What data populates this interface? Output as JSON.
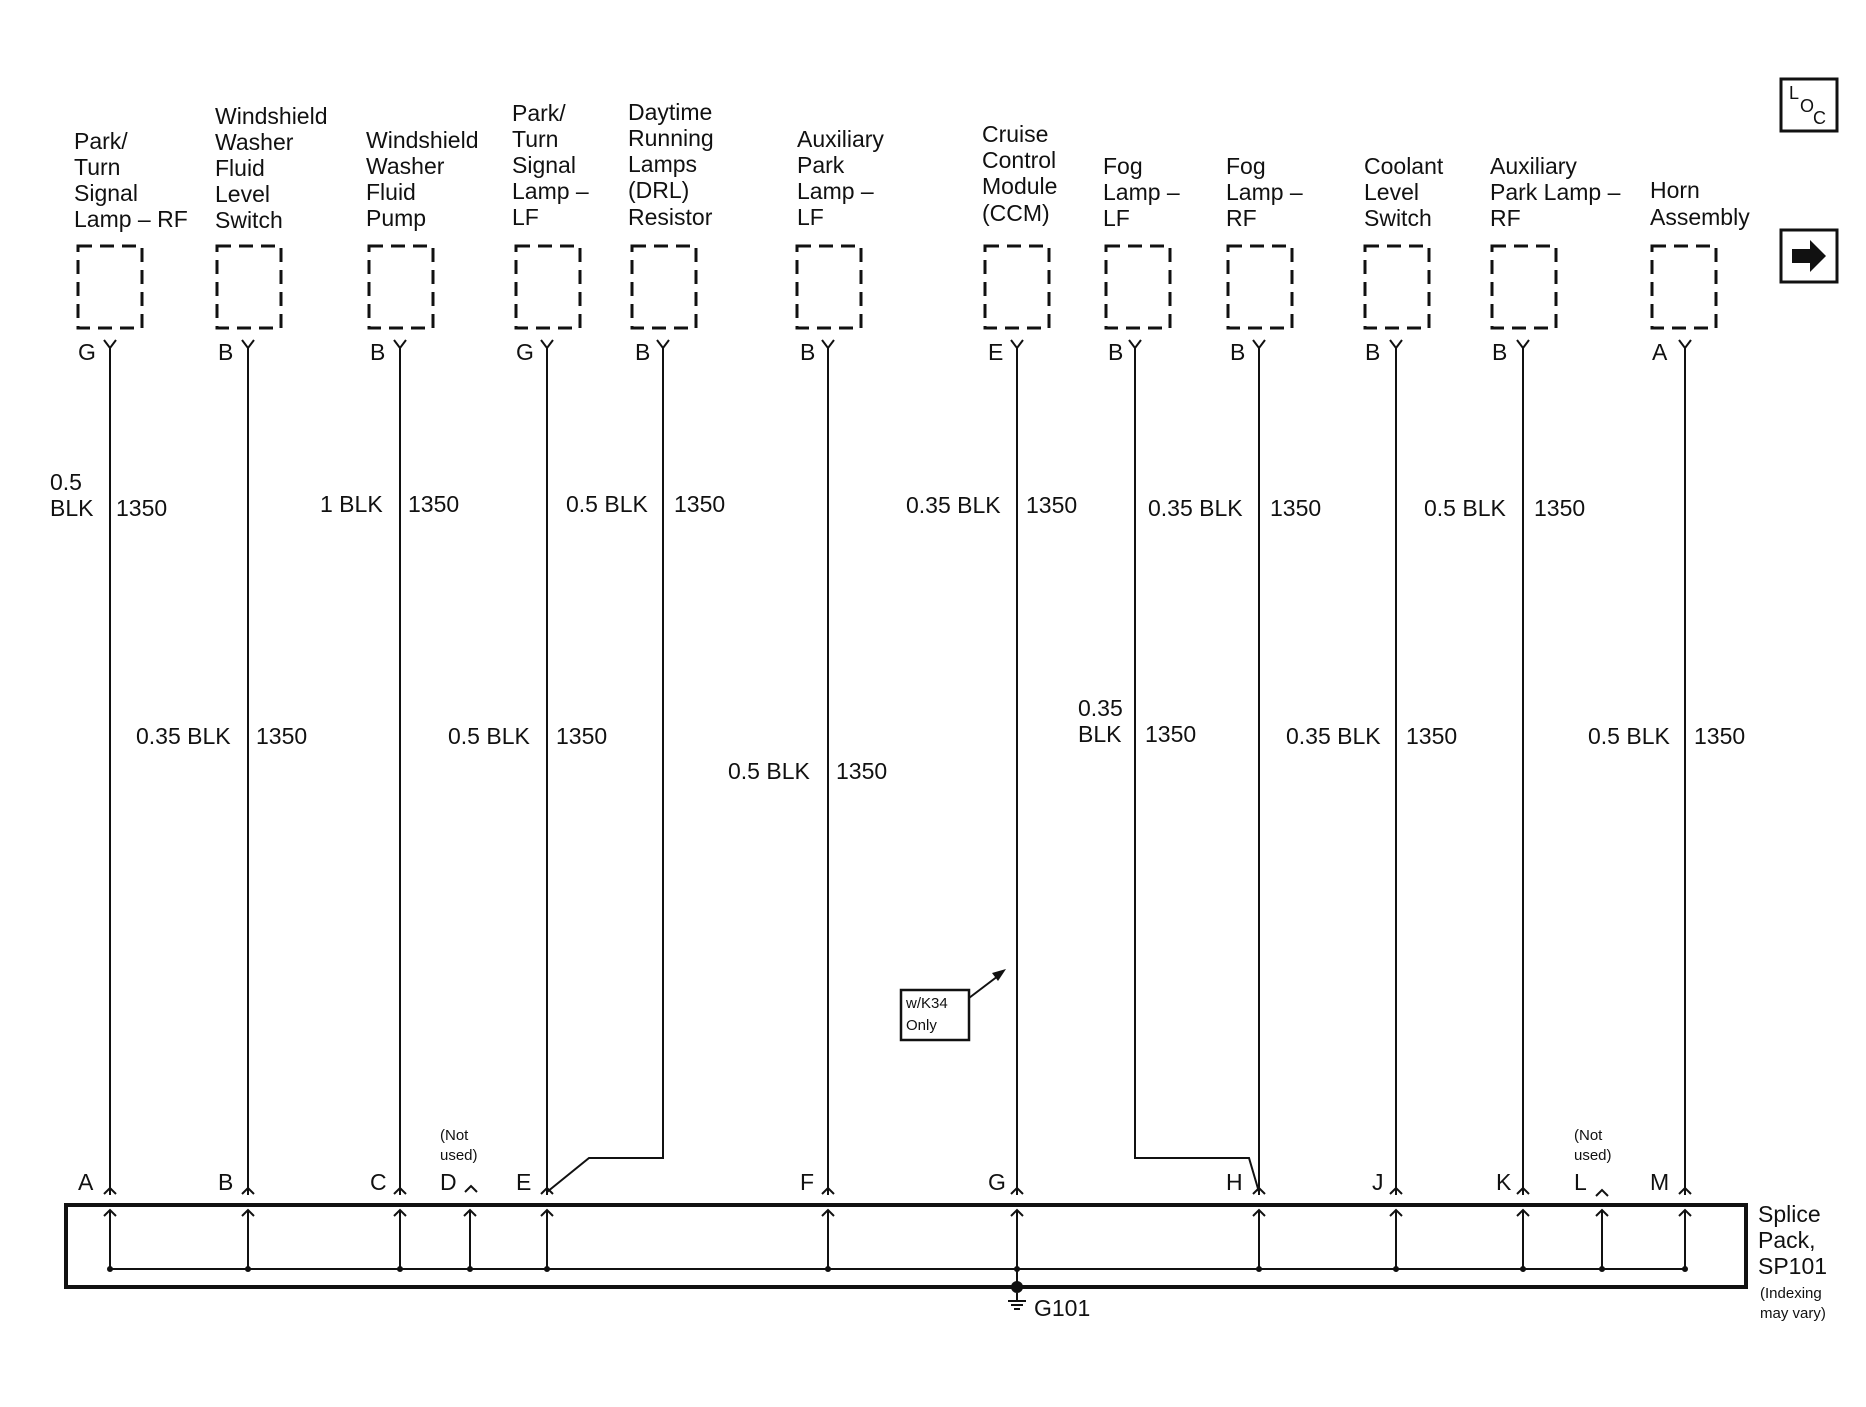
{
  "components": [
    {
      "id": "park-turn-rf",
      "lines": [
        "Park/",
        "Turn",
        "Signal",
        "Lamp – RF"
      ],
      "pin": "G",
      "wire_top": {
        "lines": [
          "0.5",
          "BLK"
        ],
        "circuit": "1350"
      },
      "splice_pin": "A"
    },
    {
      "id": "washer-fluid-level-switch",
      "lines": [
        "Windshield",
        "Washer",
        "Fluid",
        "Level",
        "Switch"
      ],
      "pin": "B",
      "wire_mid": {
        "lines": [
          "0.35 BLK"
        ],
        "circuit": "1350"
      },
      "splice_pin": "B"
    },
    {
      "id": "washer-fluid-pump",
      "lines": [
        "Windshield",
        "Washer",
        "Fluid",
        "Pump"
      ],
      "pin": "B",
      "wire_top": {
        "lines": [
          "1 BLK"
        ],
        "circuit": "1350"
      },
      "splice_pin": "C"
    },
    {
      "id": "park-turn-lf",
      "lines": [
        "Park/",
        "Turn",
        "Signal",
        "Lamp –",
        "LF"
      ],
      "pin": "G",
      "wire_mid": {
        "lines": [
          "0.5 BLK"
        ],
        "circuit": "1350"
      },
      "splice_pin": "E"
    },
    {
      "id": "drl-resistor",
      "lines": [
        "Daytime",
        "Running",
        "Lamps",
        "(DRL)",
        "Resistor"
      ],
      "pin": "B",
      "wire_top": {
        "lines": [
          "0.5 BLK"
        ],
        "circuit": "1350"
      }
    },
    {
      "id": "aux-park-lf",
      "lines": [
        "Auxiliary",
        "Park",
        "Lamp –",
        "LF"
      ],
      "pin": "B",
      "wire_mid": {
        "lines": [
          "0.5 BLK"
        ],
        "circuit": "1350"
      },
      "splice_pin": "F"
    },
    {
      "id": "ccm",
      "lines": [
        "Cruise",
        "Control",
        "Module",
        "(CCM)"
      ],
      "pin": "E",
      "wire_top": {
        "lines": [
          "0.35 BLK"
        ],
        "circuit": "1350"
      },
      "splice_pin": "G"
    },
    {
      "id": "fog-lf",
      "lines": [
        "Fog",
        "Lamp –",
        "LF"
      ],
      "pin": "B",
      "wire_mid": {
        "lines": [
          "0.35",
          "BLK"
        ],
        "circuit": "1350"
      }
    },
    {
      "id": "fog-rf",
      "lines": [
        "Fog",
        "Lamp –",
        "RF"
      ],
      "pin": "B",
      "wire_top": {
        "lines": [
          "0.35 BLK"
        ],
        "circuit": "1350"
      },
      "splice_pin": "H"
    },
    {
      "id": "coolant-level-switch",
      "lines": [
        "Coolant",
        "Level",
        "Switch"
      ],
      "pin": "B",
      "wire_mid": {
        "lines": [
          "0.35 BLK"
        ],
        "circuit": "1350"
      },
      "splice_pin": "J"
    },
    {
      "id": "aux-park-rf",
      "lines": [
        "Auxiliary",
        "Park Lamp –",
        "RF"
      ],
      "pin": "B",
      "wire_top": {
        "lines": [
          "0.5 BLK"
        ],
        "circuit": "1350"
      },
      "splice_pin": "K"
    },
    {
      "id": "horn",
      "lines": [
        "Horn",
        "Assembly"
      ],
      "pin": "A",
      "wire_mid": {
        "lines": [
          "0.5 BLK"
        ],
        "circuit": "1350"
      },
      "splice_pin": "M"
    }
  ],
  "not_used": {
    "D": "D",
    "L": "L",
    "lines": [
      "(Not",
      "used)"
    ]
  },
  "option_note": {
    "lines": [
      "w/K34",
      "Only"
    ]
  },
  "splice": {
    "lines": [
      "Splice",
      "Pack,",
      "SP101"
    ],
    "note_lines": [
      "(Indexing",
      "may vary)"
    ]
  },
  "ground": {
    "label": "G101"
  },
  "loc_icon": {
    "l": "L",
    "o": "O",
    "c": "C"
  },
  "icons": {
    "loc": "loc-icon",
    "next": "arrow-right-icon"
  }
}
